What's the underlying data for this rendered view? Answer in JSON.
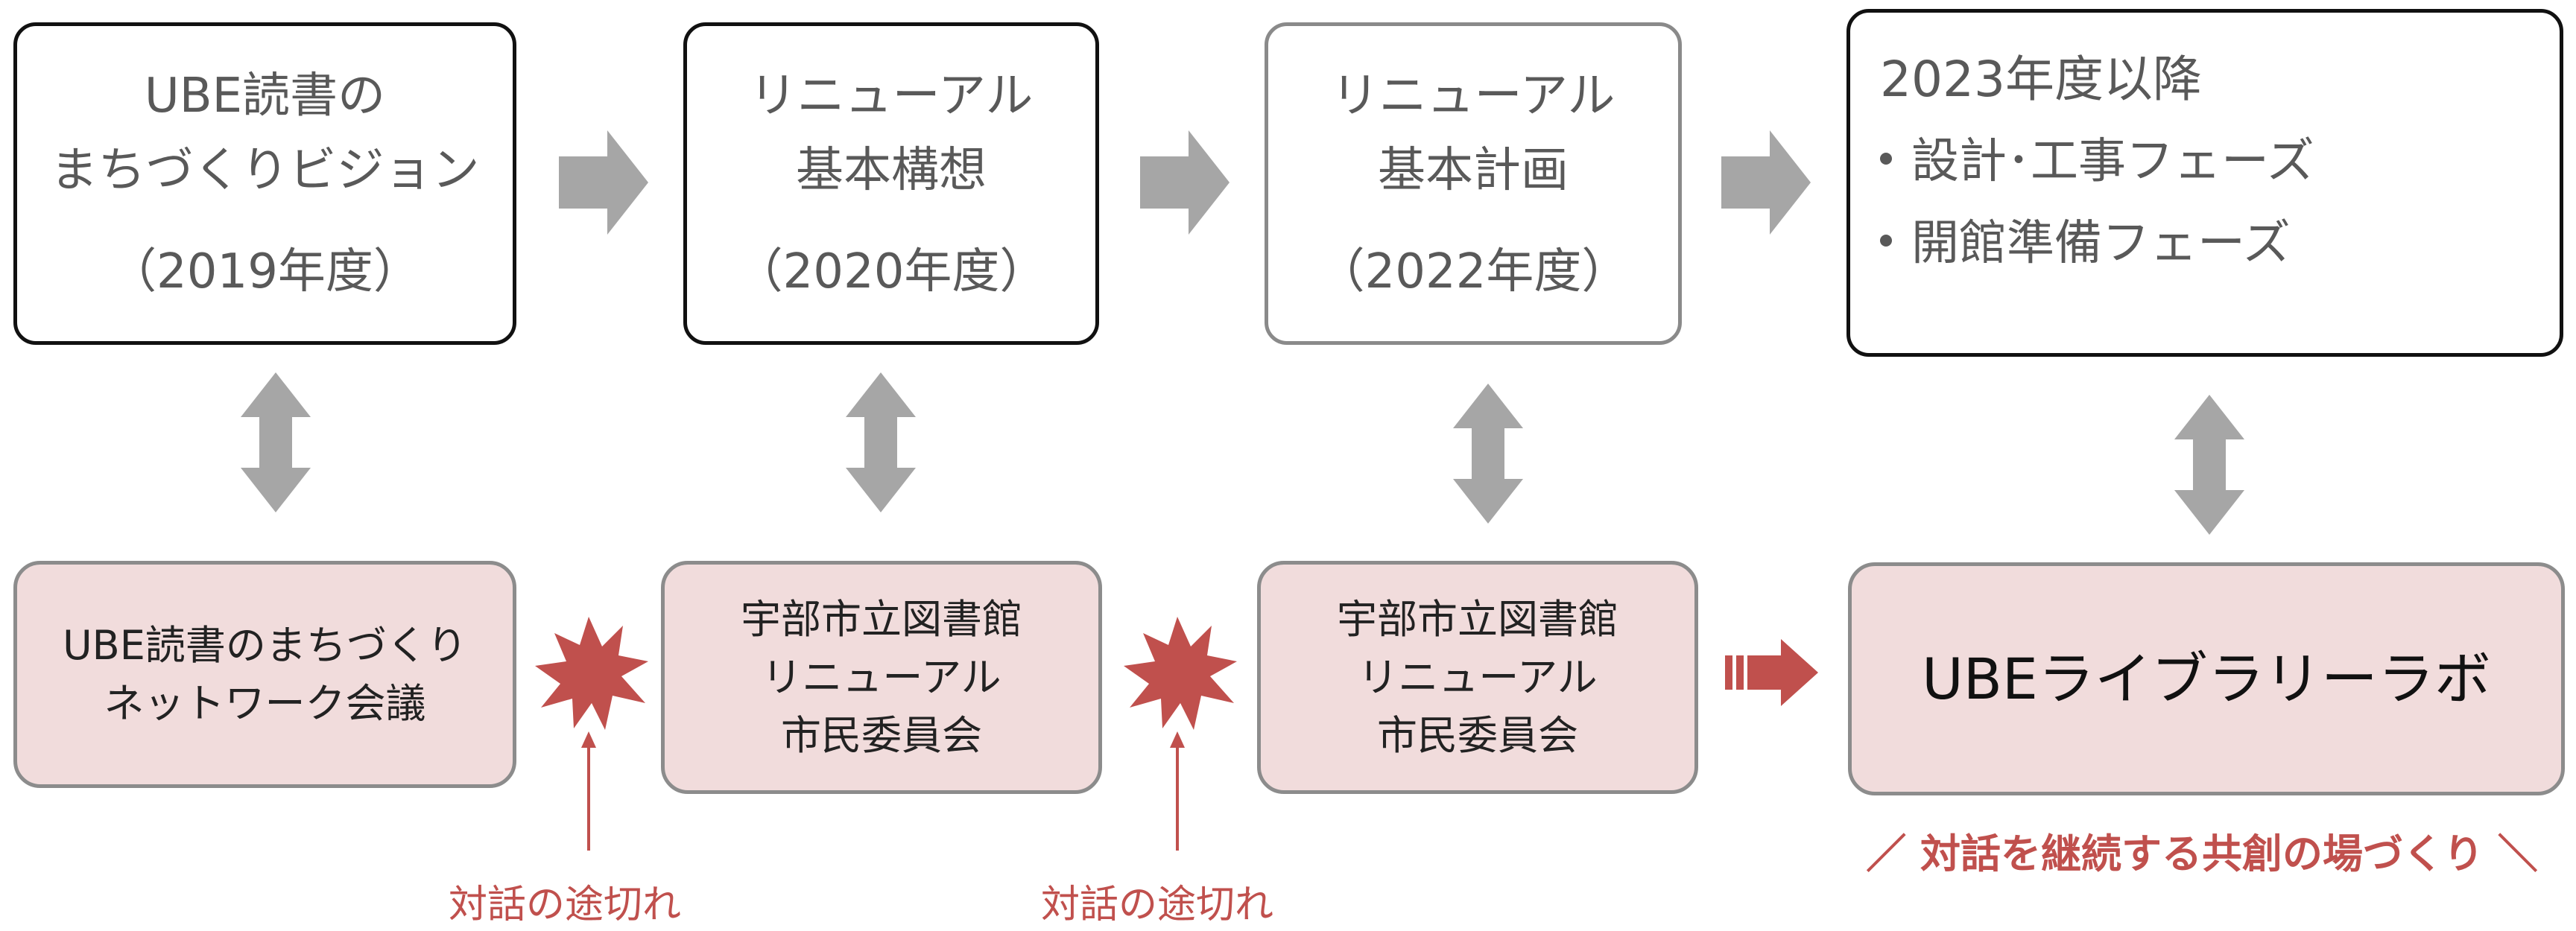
{
  "phases": [
    {
      "title_lines": [
        "UBE読書の",
        "まちづくりビジョン"
      ],
      "year": "（2019年度）"
    },
    {
      "title_lines": [
        "リニューアル",
        "基本構想"
      ],
      "year": "（2020年度）"
    },
    {
      "title_lines": [
        "リニューアル",
        "基本計画"
      ],
      "year": "（2022年度）"
    },
    {
      "heading": "2023年度以降",
      "items": [
        "設計･工事フェーズ",
        "開館準備フェーズ"
      ]
    }
  ],
  "bodies": [
    {
      "lines": [
        "UBE読書のまちづくり",
        "ネットワーク会議"
      ]
    },
    {
      "lines": [
        "宇部市立図書館",
        "リニューアル",
        "市民委員会"
      ]
    },
    {
      "lines": [
        "宇部市立図書館",
        "リニューアル",
        "市民委員会"
      ]
    },
    {
      "lines": [
        "UBEライブラリーラボ"
      ]
    }
  ],
  "break_notes": [
    "対話の途切れ",
    "対話の途切れ"
  ],
  "tagline": "／ 対話を継続する共創の場づくり ＼",
  "colors": {
    "arrow_grey": "#a6a6a6",
    "accent_red": "#c0504d",
    "box_pink": "#f1dcdc"
  }
}
